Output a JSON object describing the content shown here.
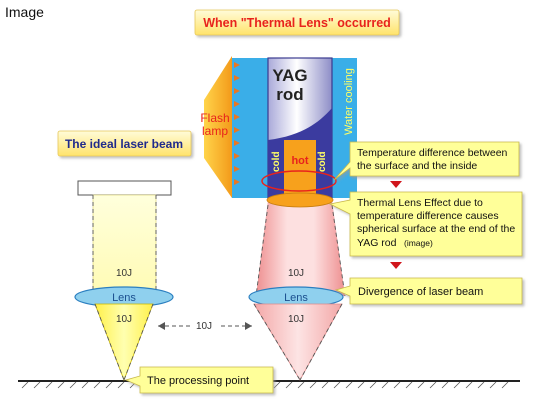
{
  "heading": "Image",
  "thermal_title": "When \"Thermal Lens\" occurred",
  "ideal_title": "The ideal laser beam",
  "rod_label_line1": "YAG",
  "rod_label_line2": "rod",
  "water_cooling": "Water cooling",
  "flash_line1": "Flash",
  "flash_line2": "lamp",
  "cold_label": "cold",
  "hot_label": "hot",
  "lens_label": "Lens",
  "energy_label": "10J",
  "callout_temperature_line1": "Temperature difference between",
  "callout_temperature_line2": "the surface and the inside",
  "callout_effect_line1": "Thermal Lens Effect due to",
  "callout_effect_line2": "temperature difference causes",
  "callout_effect_line3": "spherical surface at the end of the",
  "callout_effect_line4": "YAG rod",
  "callout_effect_suffix": "(image)",
  "callout_divergence": "Divergence of laser beam",
  "callout_processing": "The processing point",
  "colors": {
    "title_red": "#e8231c",
    "title_blue": "#1f2a8c",
    "callout_fill": "#ffff99",
    "water_blue": "#3aaee8",
    "flash_orange": "#f39a1a",
    "hot_orange": "#f7a11c",
    "ideal_beam": "#ffffc0",
    "diverged_beam": "#f4aaaa",
    "lens_fill": "#8fd0ee",
    "arrow_red": "#d0151b"
  }
}
